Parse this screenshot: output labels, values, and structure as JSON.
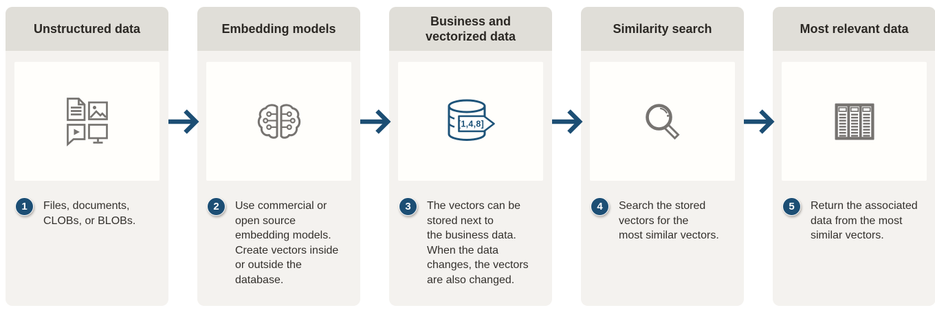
{
  "colors": {
    "accent_blue": "#1c4e74",
    "icon_blue": "#1d5379",
    "icon_gray": "#767370",
    "header_bg": "#e0ded8",
    "card_bg": "#f4f2ef",
    "icon_box_bg": "#fffefb",
    "title_text": "#2b2824",
    "body_text": "#33302c"
  },
  "steps": [
    {
      "number": "1",
      "title": "Unstructured data",
      "description": "Files, documents,\nCLOBs, or BLOBs.",
      "icon": "documents-media-icon"
    },
    {
      "number": "2",
      "title": "Embedding models",
      "description": "Use commercial or\nopen source\nembedding models.\nCreate vectors inside\nor outside the\ndatabase.",
      "icon": "brain-circuit-icon"
    },
    {
      "number": "3",
      "title": "Business and\nvectorized data",
      "description": "The vectors can be\nstored next to\nthe business data.\nWhen the data\nchanges, the vectors\nare also changed.",
      "icon": "database-vector-icon",
      "icon_tag_text": "[1,4,8]"
    },
    {
      "number": "4",
      "title": "Similarity search",
      "description": "Search the stored\nvectors for the\nmost similar vectors.",
      "icon": "search-magnifier-icon"
    },
    {
      "number": "5",
      "title": "Most relevant data",
      "description": "Return the associated\ndata from the most\nsimilar vectors.",
      "icon": "table-columns-icon"
    }
  ]
}
